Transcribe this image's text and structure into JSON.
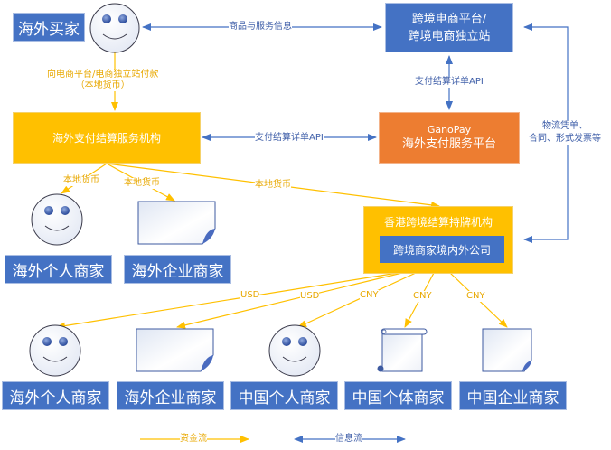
{
  "colors": {
    "info_flow": "#4472c4",
    "money_flow": "#ffc000",
    "platform": "#4472c4",
    "payment_institution": "#ffc000",
    "ganopay": "#ed7d31"
  },
  "nodes": {
    "overseas_buyer": "海外买家",
    "ecommerce_platform": [
      "跨境电商平台/",
      "跨境电商独立站"
    ],
    "overseas_payment_institution": "海外支付结算服务机构",
    "ganopay": [
      "GanoPay",
      "海外支付服务平台"
    ],
    "hk_institution": "香港跨境结算持牌机构",
    "hk_inner": "跨境商家境内外公司",
    "upper_overseas_individual": "海外个人商家",
    "upper_overseas_enterprise": "海外企业商家",
    "lower_overseas_individual": "海外个人商家",
    "lower_overseas_enterprise": "海外企业商家",
    "china_individual": "中国个人商家",
    "china_sole_proprietor": "中国个体商家",
    "china_enterprise": "中国企业商家"
  },
  "edges": {
    "buyer_platform": "商品与服务信息",
    "buyer_payment": [
      "向电商平台/电商独立站付款",
      "（本地货币）"
    ],
    "platform_ganopay": "支付结算详单API",
    "institution_ganopay": "支付结算详单API",
    "logistics": [
      "物流凭单、",
      "合同、形式发票等"
    ],
    "local_currency_1": "本地货币",
    "local_currency_2": "本地货币",
    "local_currency_3": "本地货币",
    "usd_1": "USD",
    "usd_2": "USD",
    "cny_1": "CNY",
    "cny_2": "CNY",
    "cny_3": "CNY"
  },
  "legend": {
    "money_flow": "资金流",
    "info_flow": "信息流"
  }
}
